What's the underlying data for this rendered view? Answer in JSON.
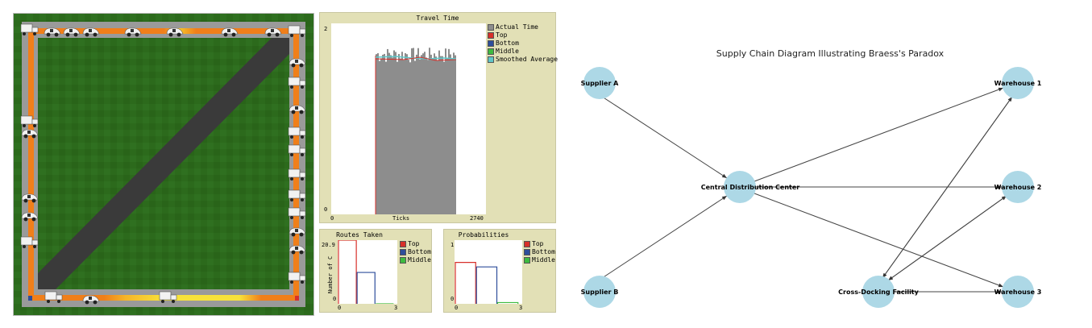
{
  "world": {
    "colors": {
      "grass": "#2c6a1c",
      "road": "#f07f1a",
      "median": "#9a9a9a",
      "diag": "#3a3a3a"
    }
  },
  "plots": {
    "travel_time": {
      "title": "Travel Time",
      "y_max": "2",
      "y_min": "0",
      "x_min": "0",
      "x_max": "2740",
      "x_label": "Ticks",
      "legend": [
        {
          "label": "Actual Time",
          "color": "#8d8d8d"
        },
        {
          "label": "Top",
          "color": "#d7302a"
        },
        {
          "label": "Bottom",
          "color": "#2e4e9b"
        },
        {
          "label": "Middle",
          "color": "#3dbb3f"
        },
        {
          "label": "Smoothed Average",
          "color": "#60c6c8"
        }
      ]
    },
    "routes_taken": {
      "title": "Routes Taken",
      "y_max": "20.9",
      "y_min": "0",
      "y_label": "Number of C",
      "x_min": "0",
      "x_max": "3",
      "legend": [
        {
          "label": "Top",
          "color": "#d7302a"
        },
        {
          "label": "Bottom",
          "color": "#2e4e9b"
        },
        {
          "label": "Middle",
          "color": "#3dbb3f"
        }
      ],
      "bars": [
        20.9,
        10.3,
        0
      ]
    },
    "probabilities": {
      "title": "Probabilities",
      "y_max": "1",
      "y_min": "0",
      "x_min": "0",
      "x_max": "3",
      "legend": [
        {
          "label": "Top",
          "color": "#d7302a"
        },
        {
          "label": "Bottom",
          "color": "#2e4e9b"
        },
        {
          "label": "Middle",
          "color": "#3dbb3f"
        }
      ],
      "bars": [
        0.65,
        0.58,
        0.02
      ]
    }
  },
  "diagram": {
    "title": "Supply Chain Diagram Illustrating Braess's Paradox",
    "node_color": "#add8e6",
    "nodes": {
      "supplier_a": "Supplier A",
      "supplier_b": "Supplier B",
      "central": "Central Distribution Center",
      "cross_dock": "Cross-Docking Facility",
      "warehouse_1": "Warehouse 1",
      "warehouse_2": "Warehouse 2",
      "warehouse_3": "Warehouse 3"
    }
  }
}
